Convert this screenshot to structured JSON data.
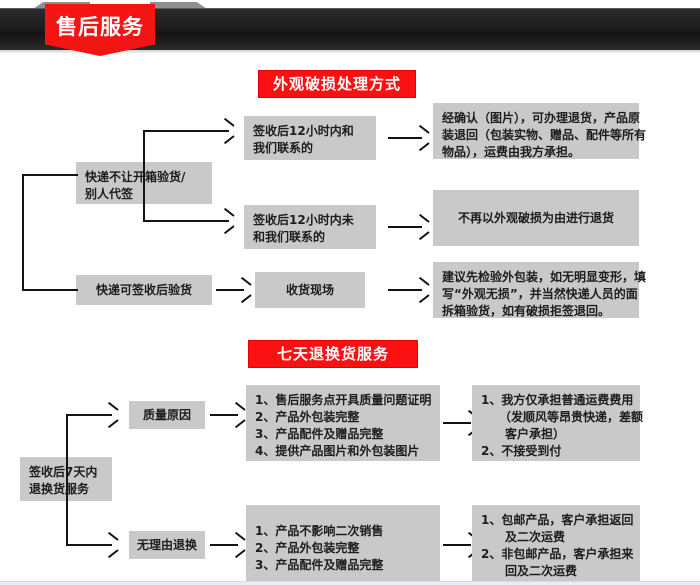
{
  "header": {
    "ribbon_label": "售后服务"
  },
  "sections": [
    {
      "title": "外观破损处理方式",
      "nodes": {
        "source_a": [
          "快递不让开箱验货/",
          "别人代签"
        ],
        "source_b": [
          "快递可签收后验货"
        ],
        "mid_1": [
          "签收后12小时内和",
          "我们联系的"
        ],
        "mid_2": [
          "签收后12小时内未",
          "和我们联系的"
        ],
        "mid_3": [
          "收货现场"
        ],
        "result_1": [
          "经确认（图片），可办理退货，产品原",
          "装退回（包装实物、赠品、配件等所有",
          "物品），运费由我方承担。"
        ],
        "result_2": [
          "不再以外观破损为由进行退货"
        ],
        "result_3": [
          "建议先检验外包装，如无明显变形，填",
          "写“外观无损”，并当然快递人员的面",
          "拆箱验货，如有破损拒签退回。"
        ]
      }
    },
    {
      "title": "七天退换货服务",
      "nodes": {
        "source_a": [
          "签收后7天内",
          "退换货服务"
        ],
        "mid_1": [
          "质量原因"
        ],
        "mid_2": [
          "无理由退换"
        ],
        "detail_1": [
          "1、售后服务点开具质量问题证明",
          "2、产品外包装完整",
          "3、产品配件及赠品完整",
          "4、提供产品图片和外包装图片"
        ],
        "detail_2": [
          "1、产品不影响二次销售",
          "2、产品外包装完整",
          "3、产品配件及赠品完整"
        ],
        "result_1": [
          "1、我方仅承担普通运费费用",
          "　　（发顺风等昂贵快递，差额",
          "　　客户承担）",
          "2、不接受到付"
        ],
        "result_2": [
          "1、包邮产品，客户承担返回",
          "　　及二次运费",
          "2、非包邮产品，客户承担来",
          "　　回及二次运费"
        ]
      }
    }
  ],
  "colors": {
    "accent_red": "#fb1111",
    "banner_dark": "#1d1d1d",
    "box_grey": "#c9c9c9",
    "line_black": "#141414"
  }
}
